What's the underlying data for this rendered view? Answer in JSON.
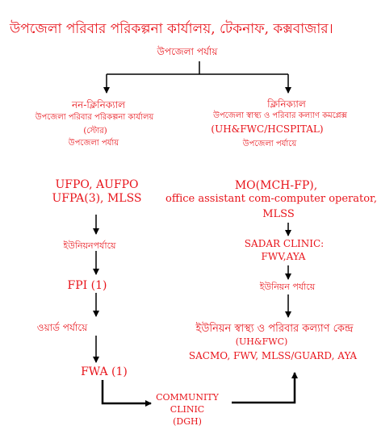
{
  "title": "উপজেলা পরিবার পরিকল্পনা কার্যালয়, টেকনাফ, কক্সবাজার।",
  "top_level": "উপজেলা পর্যায়",
  "left": {
    "heading": "নন-ক্লিনিক্যাল",
    "office": "উপজেলা পরিবার পরিকল্পনা কার্যালয়",
    "store": "(স্টোর)",
    "level": "উপজেলা পর্যায়",
    "staff_line1": "UFPO, AUFPO",
    "staff_line2": "UFPA(3), MLSS",
    "union_level": "ইউনিয়নপর্যায়ে",
    "fpi": "FPI (1)",
    "ward_level": "ওয়ার্ড পর্যায়ে",
    "fwa": "FWA (1)"
  },
  "right": {
    "heading": "ক্লিনিক্যাল",
    "complex": "উপজেলা স্বাস্থ্য ও পরিবার কল্যাণ কমপ্লেক্স",
    "complex_abbr": "(UH&FWC/HCSPITAL)",
    "level": "উপজেলা পর্যায়ে",
    "staff_line1": "MO(MCH-FP),",
    "staff_line2": "office assistant com-computer operator,",
    "staff_line3": "MLSS",
    "sadar_line1": "SADAR CLINIC:",
    "sadar_line2": "FWV,AYA",
    "union_level": "ইউনিয়ন পর্যায়ে",
    "center": "ইউনিয়ন স্বাস্থ্য ও পরিবার কল্যাণ কেন্দ্র",
    "center_abbr": "(UH&FWC)",
    "center_staff": "SACMO, FWV, MLSS/GUARD, AYA"
  },
  "community": {
    "line1": "COMMUNITY",
    "line2": "CLINIC",
    "line3": "(DGH)"
  },
  "colors": {
    "text": "#e8141b",
    "lines": "#000000"
  }
}
